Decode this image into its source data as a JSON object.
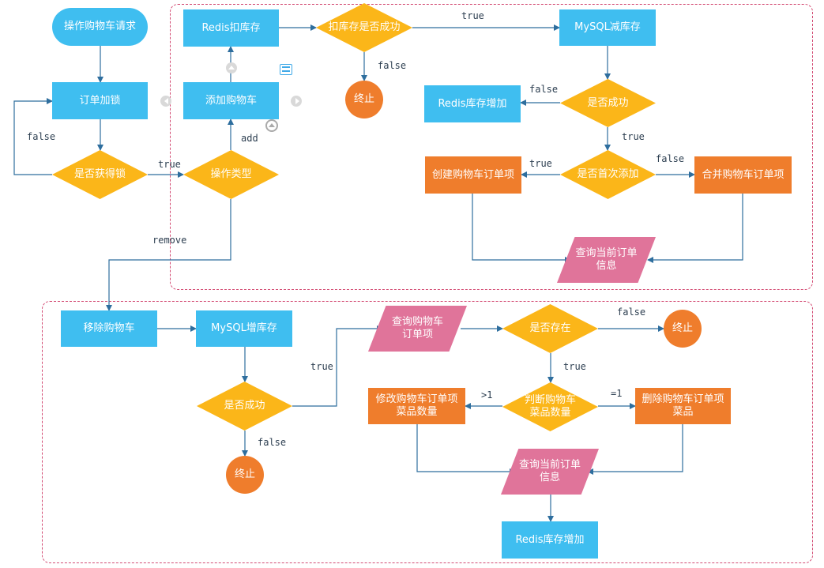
{
  "nodes": {
    "start_request": "操作购物车请求",
    "order_lock": "订单加锁",
    "got_lock": "是否获得锁",
    "op_type": "操作类型",
    "add_cart": "添加购物车",
    "redis_deduct": "Redis扣库存",
    "deduct_ok": "扣库存是否成功",
    "end_1": "终止",
    "mysql_reduce": "MySQL减库存",
    "redis_increase_1": "Redis库存增加",
    "is_success_1": "是否成功",
    "first_add": "是否首次添加",
    "create_item": "创建购物车订单项",
    "merge_item": "合并购物车订单项",
    "query_order_1": "查询当前订单\n信息",
    "remove_cart": "移除购物车",
    "mysql_increase": "MySQL增库存",
    "is_success_2": "是否成功",
    "end_2": "终止",
    "query_item": "查询购物车\n订单项",
    "exists": "是否存在",
    "end_3": "终止",
    "judge_qty": "判断购物车\n菜品数量",
    "modify_qty": "修改购物车订单项\n菜品数量",
    "delete_item": "删除购物车订单项\n菜品",
    "query_order_2": "查询当前订单\n信息",
    "redis_increase_2": "Redis库存增加"
  },
  "edge_labels": {
    "lock_false": "false",
    "lock_true": "true",
    "type_add": "add",
    "type_remove": "remove",
    "deduct_true": "true",
    "deduct_false": "false",
    "success1_false": "false",
    "success1_true": "true",
    "first_true": "true",
    "first_false": "false",
    "success2_true": "true",
    "success2_false": "false",
    "exists_false": "false",
    "exists_true": "true",
    "qty_gt1": ">1",
    "qty_eq1": "=1"
  },
  "colors": {
    "process": "#3fbef0",
    "action": "#ef7d2c",
    "decision": "#fbb619",
    "io": "#e0749a",
    "terminal": "#ef7d2c",
    "edge": "#2e6e9e",
    "group_border": "#d34b73"
  },
  "icons": [
    "arrow-left-icon",
    "arrow-right-icon",
    "arrow-up-icon",
    "menu-icon"
  ]
}
